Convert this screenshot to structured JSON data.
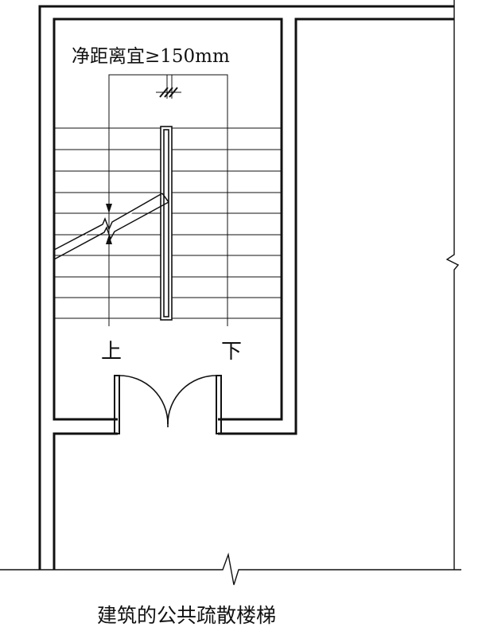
{
  "diagram": {
    "clearance_label": "净距离宜≥150mm",
    "up_label": "上",
    "down_label": "下",
    "caption": "建筑的公共疏散楼梯"
  }
}
